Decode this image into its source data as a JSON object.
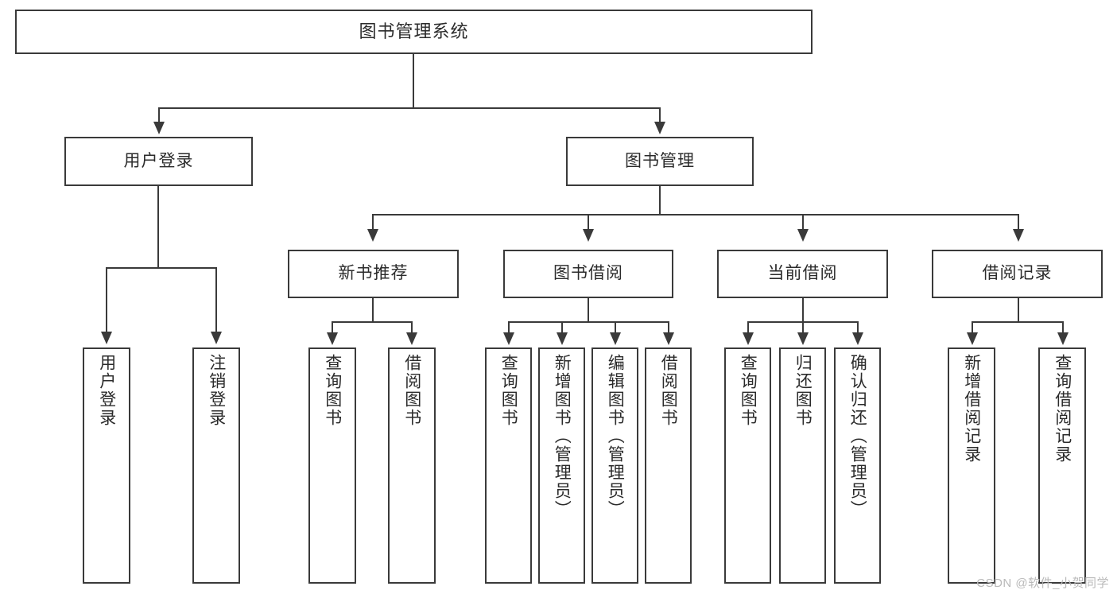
{
  "diagram": {
    "type": "tree",
    "title": "图书管理系统",
    "orientation": "top-down",
    "levels": 4,
    "colors": {
      "stroke": "#3a3a3a",
      "fill": "#ffffff",
      "text": "#2b2b2b",
      "watermark": "#b9b9b9"
    },
    "root": {
      "label": "图书管理系统"
    },
    "level2": [
      {
        "label": "用户登录"
      },
      {
        "label": "图书管理"
      }
    ],
    "level3": [
      {
        "label": "新书推荐"
      },
      {
        "label": "图书借阅"
      },
      {
        "label": "当前借阅"
      },
      {
        "label": "借阅记录"
      }
    ],
    "leaves": {
      "user_login": [
        {
          "label": "用户登录"
        },
        {
          "label": "注销登录"
        }
      ],
      "new_book_recommend": [
        {
          "label": "查询图书"
        },
        {
          "label": "借阅图书"
        }
      ],
      "book_borrow": [
        {
          "label": "查询图书"
        },
        {
          "label": "新增图书（管理员）"
        },
        {
          "label": "编辑图书（管理员）"
        },
        {
          "label": "借阅图书"
        }
      ],
      "current_borrow": [
        {
          "label": "查询图书"
        },
        {
          "label": "归还图书"
        },
        {
          "label": "确认归还（管理员）"
        }
      ],
      "borrow_record": [
        {
          "label": "新增借阅记录"
        },
        {
          "label": "查询借阅记录"
        }
      ]
    }
  },
  "watermark": {
    "text": "CSDN @软件_小贺同学"
  }
}
